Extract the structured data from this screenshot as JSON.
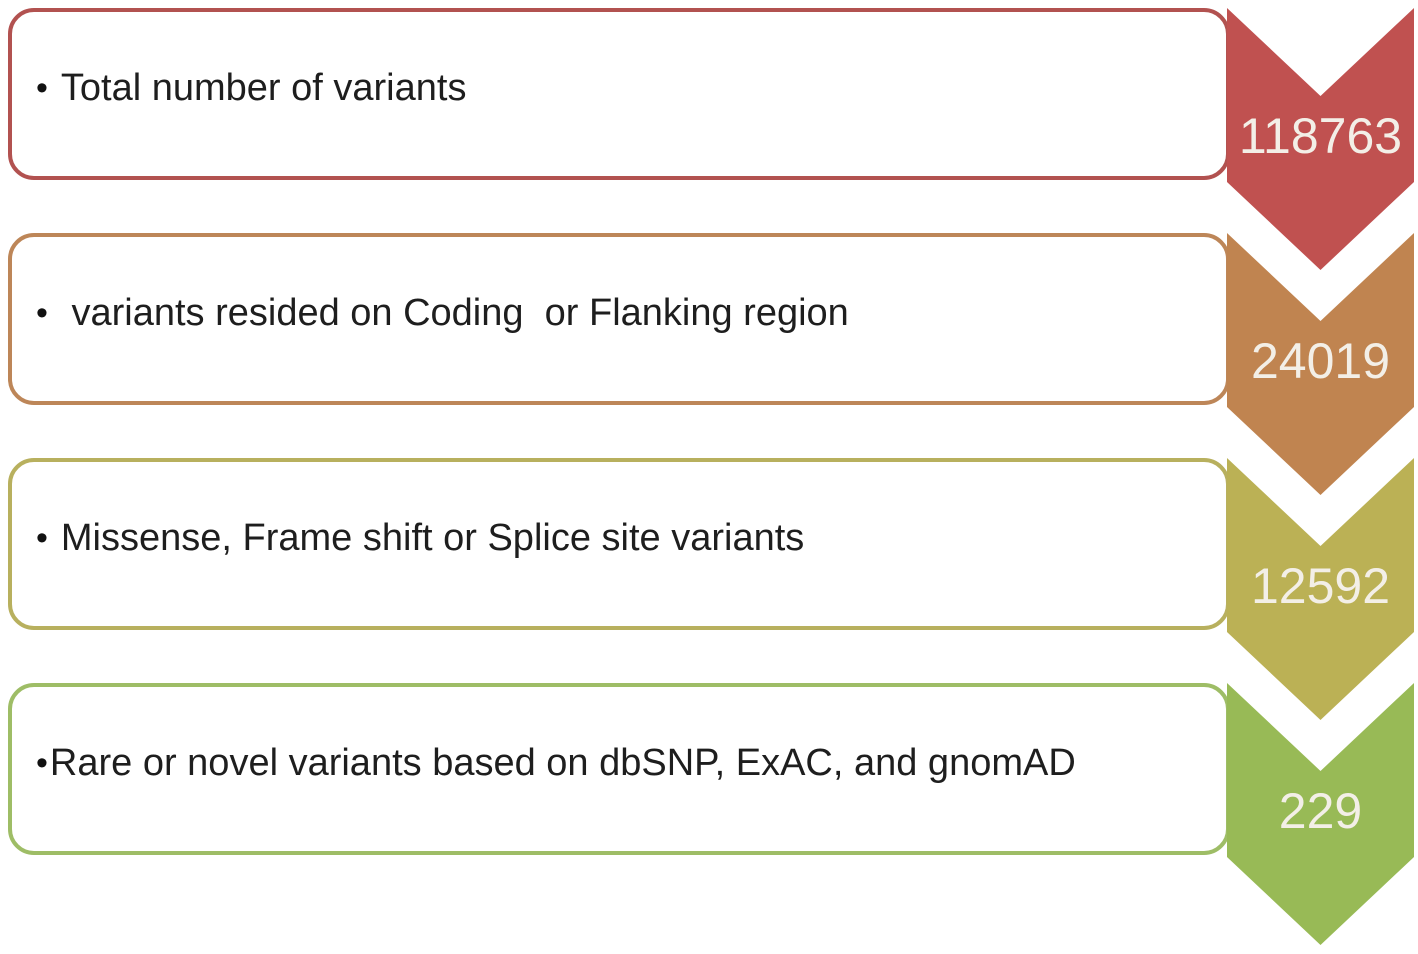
{
  "diagram": {
    "type": "filtering-funnel",
    "description": "Variant filtering cascade with counts",
    "background": "#ffffff",
    "number_text_color": "#f3efe7",
    "label_text_color": "#1e1e1e"
  },
  "steps": [
    {
      "bullet": "•",
      "label": "Total number of variants",
      "value": "118763",
      "arrow_color": "#c05150",
      "border_color": "#b25250"
    },
    {
      "bullet": "•",
      "label": " variants resided on Coding  or Flanking region",
      "value": "24019",
      "arrow_color": "#c08450",
      "border_color": "#bd8658"
    },
    {
      "bullet": "•",
      "label": "Missense, Frame shift or Splice site variants",
      "value": "12592",
      "arrow_color": "#bbb155",
      "border_color": "#b8b05e"
    },
    {
      "bullet": "•",
      "label": "Rare or novel variants based on dbSNP, ExAC, and gnomAD",
      "value": "229",
      "arrow_color": "#98ba56",
      "border_color": "#9ebd66"
    }
  ]
}
